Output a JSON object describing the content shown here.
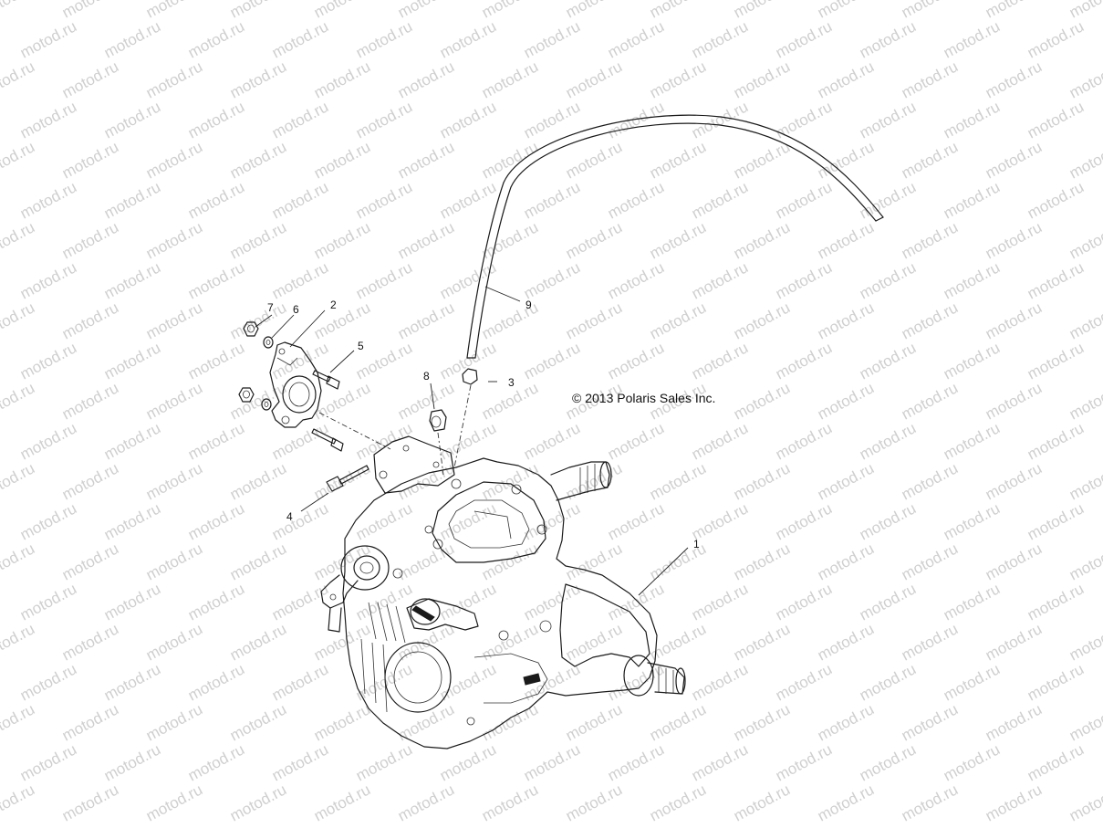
{
  "watermark": {
    "text": "motod.ru",
    "color": "#cfcfcf"
  },
  "copyright": "© 2013 Polaris Sales Inc.",
  "callouts": [
    {
      "id": "1",
      "label": "1"
    },
    {
      "id": "2",
      "label": "2"
    },
    {
      "id": "3",
      "label": "3"
    },
    {
      "id": "4",
      "label": "4"
    },
    {
      "id": "5",
      "label": "5"
    },
    {
      "id": "6",
      "label": "6"
    },
    {
      "id": "7",
      "label": "7"
    },
    {
      "id": "8",
      "label": "8"
    },
    {
      "id": "9",
      "label": "9"
    }
  ]
}
